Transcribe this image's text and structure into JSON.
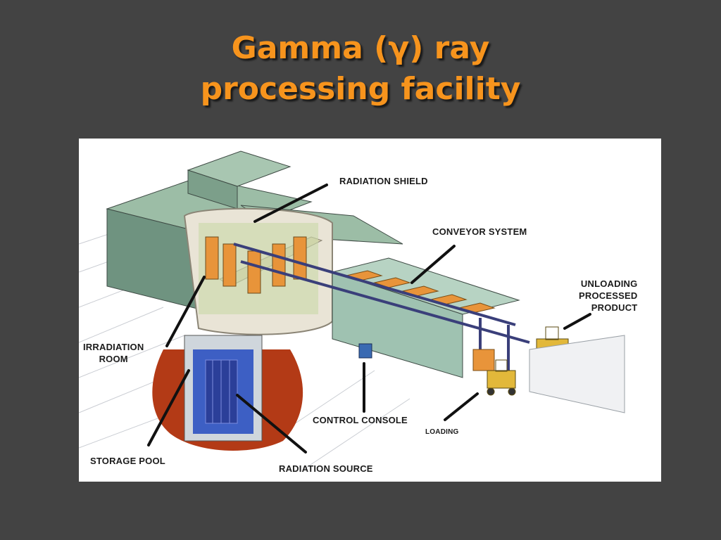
{
  "slide": {
    "title_line1": "Gamma (γ) ray",
    "title_line2": "processing facility"
  },
  "diagram": {
    "labels": {
      "radiation_shield": "RADIATION SHIELD",
      "conveyor_system": "CONVEYOR SYSTEM",
      "unloading": "UNLOADING\nPROCESSED\nPRODUCT",
      "irradiation_room": "IRRADIATION\nROOM",
      "control_console": "CONTROL CONSOLE",
      "loading": "LOADING",
      "storage_pool": "STORAGE POOL",
      "radiation_source": "RADIATION SOURCE"
    },
    "colors": {
      "title": "#f7941d",
      "background": "#434343",
      "building_green": "#7fa58c",
      "shield_wall": "#e9e4d6",
      "product_orange": "#e8943a",
      "pool_blue": "#3d5fc4",
      "ground_red": "#b33a16",
      "forklift_yellow": "#e2b83a"
    }
  }
}
